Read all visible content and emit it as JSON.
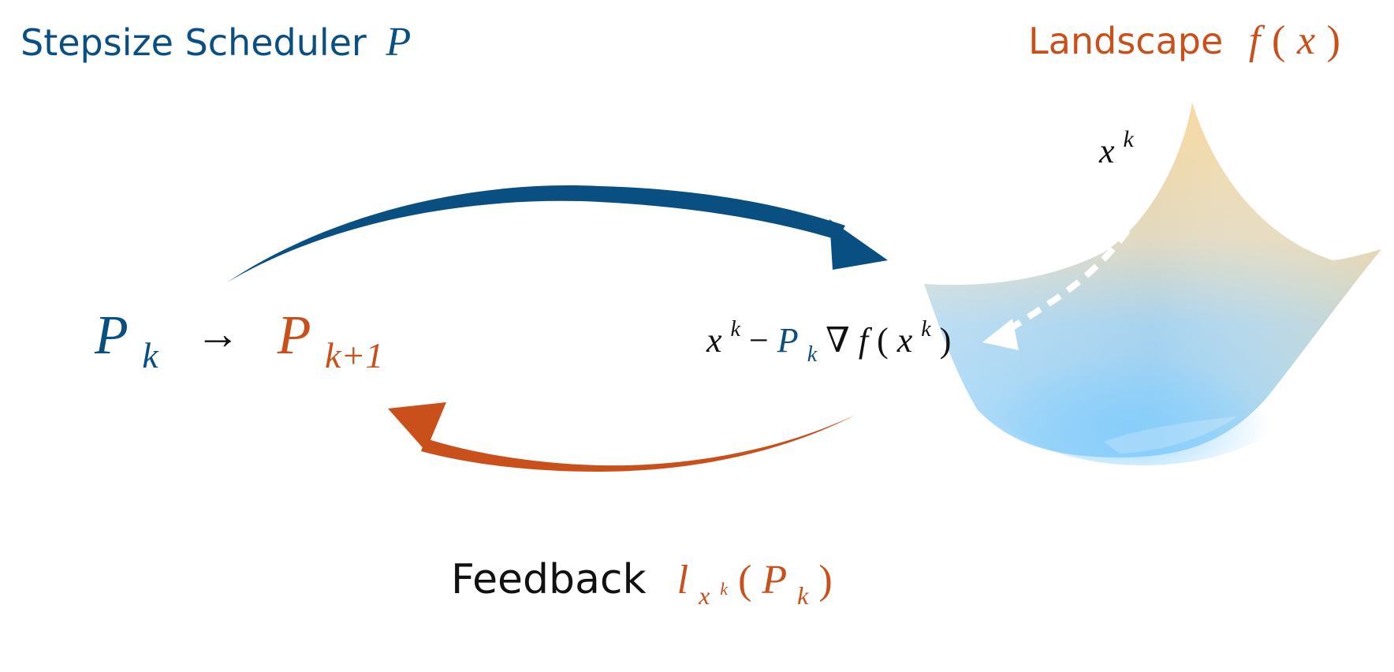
{
  "colors": {
    "scheduler_blue": "#0a4f82",
    "feedback_orange": "#c9501a",
    "text_black": "#111111",
    "surface_top": "#f7d79b",
    "surface_bottom": "#8fd0fa"
  },
  "scheduler": {
    "title_text": "Stepsize Scheduler",
    "title_symbol": "P",
    "current_base": "P",
    "current_sub": "k",
    "arrow": "→",
    "next_base": "P",
    "next_sub": "k+1"
  },
  "landscape": {
    "title_text": "Landscape",
    "title_f": "f",
    "title_open": "(",
    "title_x": "x",
    "title_close": ")",
    "iterate_label": {
      "base": "x",
      "sup": "k"
    },
    "update_rule": {
      "x_base": "x",
      "x_sup": "k",
      "minus": "−",
      "p_base": "P",
      "p_sub": "k",
      "nabla": "∇",
      "f": "f",
      "open": "(",
      "inner_x": "x",
      "inner_sup": "k",
      "close": ")"
    }
  },
  "feedback": {
    "label": "Feedback",
    "l": "l",
    "x": "x",
    "k": "k",
    "open": "(",
    "p": "P",
    "p_sub": "k",
    "close": ")"
  },
  "icons": {
    "forward_arrow": "curved-arrow-right-icon",
    "feedback_arrow": "curved-arrow-left-icon",
    "descent_arrow": "dashed-descent-arrow-icon"
  }
}
